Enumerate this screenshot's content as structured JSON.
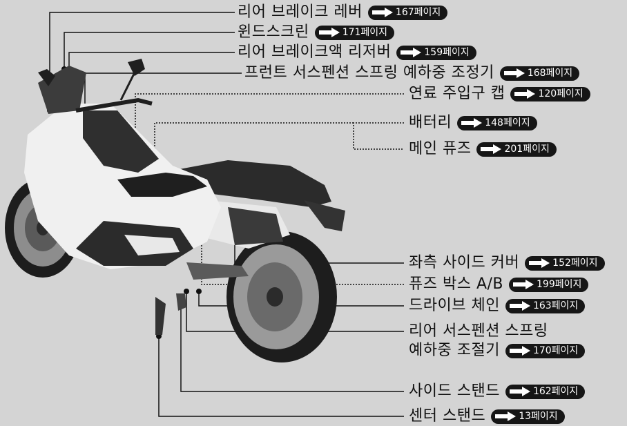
{
  "callouts": [
    {
      "label": "리어 브레이크 레버",
      "page": "167페이지"
    },
    {
      "label": "윈드스크린",
      "page": "171페이지"
    },
    {
      "label": "리어 브레이크액 리저버",
      "page": "159페이지"
    },
    {
      "label": "프런트 서스펜션 스프링 예하중 조정기",
      "page": "168페이지"
    },
    {
      "label": "연료 주입구 캡",
      "page": "120페이지"
    },
    {
      "label": "배터리",
      "page": "148페이지"
    },
    {
      "label": "메인 퓨즈",
      "page": "201페이지"
    },
    {
      "label": "좌측 사이드 커버",
      "page": "152페이지"
    },
    {
      "label": "퓨즈 박스 A/B",
      "page": "199페이지"
    },
    {
      "label": "드라이브 체인",
      "page": "163페이지"
    },
    {
      "label_line1": "리어 서스펜션 스프링",
      "label_line2": "예하중 조절기",
      "page": "170페이지"
    },
    {
      "label": "사이드 스탠드",
      "page": "162페이지"
    },
    {
      "label": "센터 스탠드",
      "page": "13페이지"
    }
  ],
  "colors": {
    "background": "#d4d4d4",
    "badge": "#161616",
    "leader": "#111111",
    "bike_body": "#f2f2f2",
    "bike_dark": "#2b2b2b"
  },
  "icons": {
    "badge_arrow": "right-arrow-icon"
  }
}
